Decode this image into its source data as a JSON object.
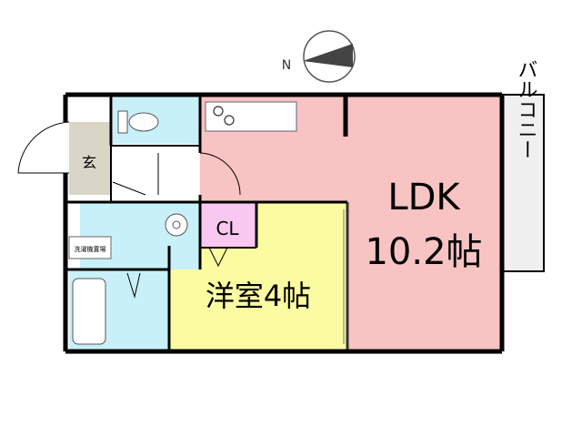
{
  "compass": {
    "label": "N"
  },
  "rooms": {
    "entrance": "玄",
    "closet": "CL",
    "laundry": "洗濯機置場",
    "western_room": "洋室4帖",
    "ldk_line1": "LDK",
    "ldk_line2": "10.2帖",
    "balcony": "バルコニー"
  },
  "colors": {
    "wall": "#000000",
    "ldk": "#f8c3c3",
    "western_room": "#fbfba2",
    "closet": "#f8c8f0",
    "wet_area": "#c8f0f8",
    "entrance": "#d9d6c8",
    "balcony": "#f0f0f0"
  }
}
